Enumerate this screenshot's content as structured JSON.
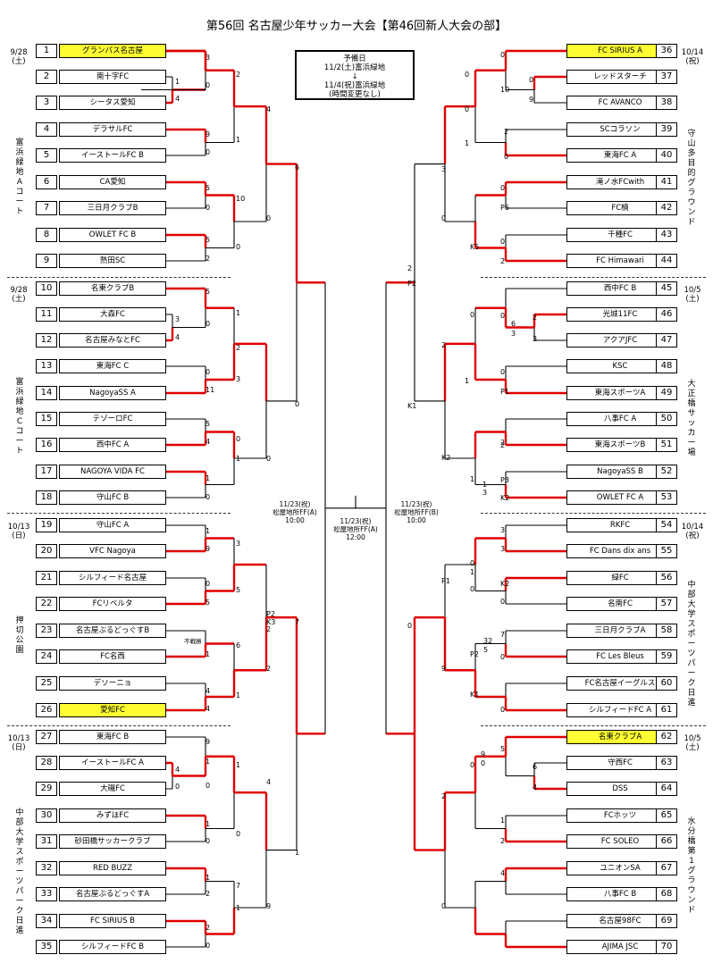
{
  "title": "第56回 名古屋少年サッカー大会【第46回新人大会の部】",
  "reserve": {
    "line1": "予備日",
    "line2": "11/2(土)富浜緑地",
    "arrow": "↓",
    "line3": "11/4(祝)富浜緑地",
    "line4": "(時間変更なし)"
  },
  "left_blocks": [
    {
      "date": "9/28",
      "day": "(土)",
      "venue": "富浜緑地Aコート"
    },
    {
      "date": "9/28",
      "day": "(土)",
      "venue": "富浜緑地Cコート"
    },
    {
      "date": "10/13",
      "day": "(日)",
      "venue": "押切公園"
    },
    {
      "date": "10/13",
      "day": "(日)",
      "venue": "中部大学スポーツパーク日進"
    }
  ],
  "right_blocks": [
    {
      "date": "10/14",
      "day": "(祝)",
      "venue": "守山多目的グラウンド"
    },
    {
      "date": "10/5",
      "day": "(土)",
      "venue": "大正橋サッカー場"
    },
    {
      "date": "10/14",
      "day": "(祝)",
      "venue": "中部大学スポーツパーク日進"
    },
    {
      "date": "10/5",
      "day": "(土)",
      "venue": "水分橋第1グラウンド"
    }
  ],
  "left_teams": [
    {
      "no": "1",
      "name": "グランパス名古屋",
      "hl": true
    },
    {
      "no": "2",
      "name": "南十字FC"
    },
    {
      "no": "3",
      "name": "シータス愛知"
    },
    {
      "no": "4",
      "name": "デラサルFC"
    },
    {
      "no": "5",
      "name": "イーストールFC B"
    },
    {
      "no": "6",
      "name": "CA愛知"
    },
    {
      "no": "7",
      "name": "三日月クラブB"
    },
    {
      "no": "8",
      "name": "OWLET FC B"
    },
    {
      "no": "9",
      "name": "熱田SC"
    },
    {
      "no": "10",
      "name": "名東クラブB"
    },
    {
      "no": "11",
      "name": "大森FC"
    },
    {
      "no": "12",
      "name": "名古屋みなとFC"
    },
    {
      "no": "13",
      "name": "東海FC C"
    },
    {
      "no": "14",
      "name": "NagoyaSS A"
    },
    {
      "no": "15",
      "name": "テゾーロFC"
    },
    {
      "no": "16",
      "name": "西中FC A"
    },
    {
      "no": "17",
      "name": "NAGOYA VIDA FC"
    },
    {
      "no": "18",
      "name": "守山FC B"
    },
    {
      "no": "19",
      "name": "守山FC A"
    },
    {
      "no": "20",
      "name": "VFC Nagoya"
    },
    {
      "no": "21",
      "name": "シルフィード名古屋"
    },
    {
      "no": "22",
      "name": "FCリベルタ"
    },
    {
      "no": "23",
      "name": "名古屋ぶるどっぐすB"
    },
    {
      "no": "24",
      "name": "FC名西"
    },
    {
      "no": "25",
      "name": "デソーニョ"
    },
    {
      "no": "26",
      "name": "愛知FC",
      "hl": true
    },
    {
      "no": "27",
      "name": "東海FC B"
    },
    {
      "no": "28",
      "name": "イーストールFC A"
    },
    {
      "no": "29",
      "name": "大磯FC"
    },
    {
      "no": "30",
      "name": "みずほFC"
    },
    {
      "no": "31",
      "name": "砂田橋サッカークラブ"
    },
    {
      "no": "32",
      "name": "RED BUZZ"
    },
    {
      "no": "33",
      "name": "名古屋ぶるどっぐすA"
    },
    {
      "no": "34",
      "name": "FC SIRIUS B"
    },
    {
      "no": "35",
      "name": "シルフィードFC B"
    }
  ],
  "right_teams": [
    {
      "no": "36",
      "name": "FC SIRIUS A",
      "hl": true
    },
    {
      "no": "37",
      "name": "レッドスターチ"
    },
    {
      "no": "38",
      "name": "FC AVANCO"
    },
    {
      "no": "39",
      "name": "SCコラソン"
    },
    {
      "no": "40",
      "name": "東海FC A"
    },
    {
      "no": "41",
      "name": "滝ノ水FCwith"
    },
    {
      "no": "42",
      "name": "FC楠"
    },
    {
      "no": "43",
      "name": "千種FC"
    },
    {
      "no": "44",
      "name": "FC Himawari"
    },
    {
      "no": "45",
      "name": "西中FC B"
    },
    {
      "no": "46",
      "name": "光城11FC"
    },
    {
      "no": "47",
      "name": "アクアJFC"
    },
    {
      "no": "48",
      "name": "KSC"
    },
    {
      "no": "49",
      "name": "東海スポーツA"
    },
    {
      "no": "50",
      "name": "八事FC A"
    },
    {
      "no": "51",
      "name": "東海スポーツB"
    },
    {
      "no": "52",
      "name": "NagoyaSS B"
    },
    {
      "no": "53",
      "name": "OWLET FC A"
    },
    {
      "no": "54",
      "name": "RKFC"
    },
    {
      "no": "55",
      "name": "FC Dans dix ans"
    },
    {
      "no": "56",
      "name": "緑FC"
    },
    {
      "no": "57",
      "name": "名南FC"
    },
    {
      "no": "58",
      "name": "三日月クラブA"
    },
    {
      "no": "59",
      "name": "FC Les Bleus"
    },
    {
      "no": "60",
      "name": "FC名古屋イーグルス"
    },
    {
      "no": "61",
      "name": "シルフィードFC A"
    },
    {
      "no": "62",
      "name": "名東クラブA",
      "hl": true
    },
    {
      "no": "63",
      "name": "守西FC"
    },
    {
      "no": "64",
      "name": "DSS"
    },
    {
      "no": "65",
      "name": "FCホッツ"
    },
    {
      "no": "66",
      "name": "FC SOLEO"
    },
    {
      "no": "67",
      "name": "ユニオンSA"
    },
    {
      "no": "68",
      "name": "八事FC B"
    },
    {
      "no": "69",
      "name": "名古屋98FC"
    },
    {
      "no": "70",
      "name": "AJIMA JSC"
    }
  ],
  "scores": [
    {
      "t": "3"
    },
    {
      "t": "0"
    },
    {
      "t": "1"
    },
    {
      "t": "4"
    },
    {
      "t": "2"
    },
    {
      "t": "4"
    },
    {
      "t": "9"
    },
    {
      "t": "0"
    },
    {
      "t": "1"
    },
    {
      "t": "5"
    },
    {
      "t": "0"
    },
    {
      "t": "10"
    },
    {
      "t": "0"
    },
    {
      "t": "5"
    },
    {
      "t": "2"
    },
    {
      "t": "0"
    },
    {
      "t": "6"
    },
    {
      "t": "5"
    },
    {
      "t": "0"
    },
    {
      "t": "3"
    },
    {
      "t": "4"
    },
    {
      "t": "1"
    },
    {
      "t": "0"
    },
    {
      "t": "11"
    },
    {
      "t": "3"
    },
    {
      "t": "2"
    },
    {
      "t": "5"
    },
    {
      "t": "4"
    },
    {
      "t": "1"
    },
    {
      "t": "0"
    },
    {
      "t": "0"
    },
    {
      "t": "1"
    },
    {
      "t": "0"
    },
    {
      "t": "0"
    },
    {
      "t": "1"
    },
    {
      "t": "9"
    },
    {
      "t": "3"
    },
    {
      "t": "0"
    },
    {
      "t": "5"
    },
    {
      "t": "5"
    },
    {
      "t": "2"
    },
    {
      "t": "P2"
    },
    {
      "t": "K3"
    },
    {
      "t": "2"
    },
    {
      "t": "不戦勝"
    },
    {
      "t": "1"
    },
    {
      "t": "4"
    },
    {
      "t": "4"
    },
    {
      "t": "1"
    },
    {
      "t": "6"
    },
    {
      "t": "7"
    },
    {
      "t": "9"
    },
    {
      "t": "1"
    },
    {
      "t": "4"
    },
    {
      "t": "0"
    },
    {
      "t": "0"
    },
    {
      "t": "1"
    },
    {
      "t": "1"
    },
    {
      "t": "0"
    },
    {
      "t": "0"
    },
    {
      "t": "4"
    },
    {
      "t": "1"
    },
    {
      "t": "2"
    },
    {
      "t": "7"
    },
    {
      "t": "1"
    },
    {
      "t": "2"
    },
    {
      "t": "0"
    },
    {
      "t": "9"
    },
    {
      "t": "1"
    },
    {
      "t": "0"
    },
    {
      "t": "10"
    },
    {
      "t": "0"
    },
    {
      "t": "9"
    },
    {
      "t": "0"
    },
    {
      "t": "2"
    },
    {
      "t": "0"
    },
    {
      "t": "0"
    },
    {
      "t": "1"
    },
    {
      "t": "0"
    },
    {
      "t": "3"
    },
    {
      "t": "0"
    },
    {
      "t": "P6"
    },
    {
      "t": "K5"
    },
    {
      "t": "0"
    },
    {
      "t": "2"
    },
    {
      "t": "2"
    },
    {
      "t": "P2"
    },
    {
      "t": "K1"
    },
    {
      "t": "0"
    },
    {
      "t": "2"
    },
    {
      "t": "1"
    },
    {
      "t": "6"
    },
    {
      "t": "3"
    },
    {
      "t": "0"
    },
    {
      "t": "2"
    },
    {
      "t": "3"
    },
    {
      "t": "0"
    },
    {
      "t": "P1"
    },
    {
      "t": "K2"
    },
    {
      "t": "2"
    },
    {
      "t": "2"
    },
    {
      "t": "1"
    },
    {
      "t": "1"
    },
    {
      "t": "3"
    },
    {
      "t": "P3"
    },
    {
      "t": "K2"
    },
    {
      "t": "0"
    },
    {
      "t": "3"
    },
    {
      "t": "3"
    },
    {
      "t": "0"
    },
    {
      "t": "1"
    },
    {
      "t": "P1"
    },
    {
      "t": "K2"
    },
    {
      "t": "0"
    },
    {
      "t": "0"
    },
    {
      "t": "7"
    },
    {
      "t": "32"
    },
    {
      "t": "5"
    },
    {
      "t": "0"
    },
    {
      "t": "P2"
    },
    {
      "t": "K1"
    },
    {
      "t": "0"
    },
    {
      "t": "9"
    },
    {
      "t": "5"
    },
    {
      "t": "9"
    },
    {
      "t": "0"
    },
    {
      "t": "6"
    },
    {
      "t": "4"
    },
    {
      "t": "0"
    },
    {
      "t": "2"
    },
    {
      "t": "0"
    },
    {
      "t": "1"
    },
    {
      "t": "2"
    },
    {
      "t": "4"
    }
  ],
  "venues": [
    {
      "l1": "11/23(祝)",
      "l2": "松屋地所FF(A)",
      "l3": "10:00"
    },
    {
      "l1": "11/23(祝)",
      "l2": "松屋地所FF(A)",
      "l3": "12:00"
    },
    {
      "l1": "11/23(祝)",
      "l2": "松屋地所FF(B)",
      "l3": "10:00"
    }
  ]
}
